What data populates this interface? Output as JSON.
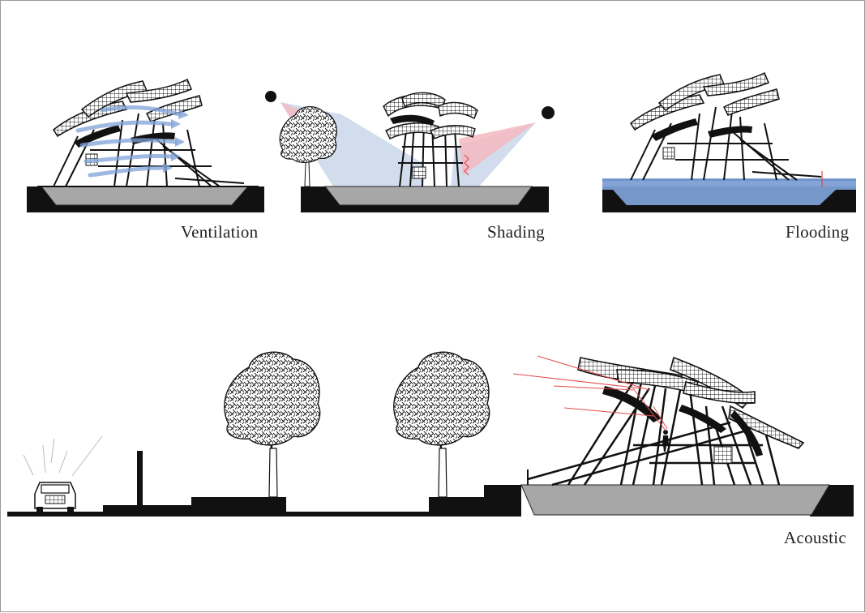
{
  "captions": {
    "ventilation": "Ventilation",
    "shading": "Shading",
    "flooding": "Flooding",
    "acoustic": "Acoustic"
  },
  "colors": {
    "ground": "#111111",
    "pool": "#a7a7a7",
    "air": "#7fa3d8",
    "shade": "#c9d6ea",
    "sun_ray": "#f4b9c0",
    "water": "#7b9fd4",
    "sound_ray": "#e04a4a"
  },
  "icons": [
    "sun-icon",
    "tree-icon",
    "car-icon",
    "person-icon",
    "pavilion-icon"
  ]
}
